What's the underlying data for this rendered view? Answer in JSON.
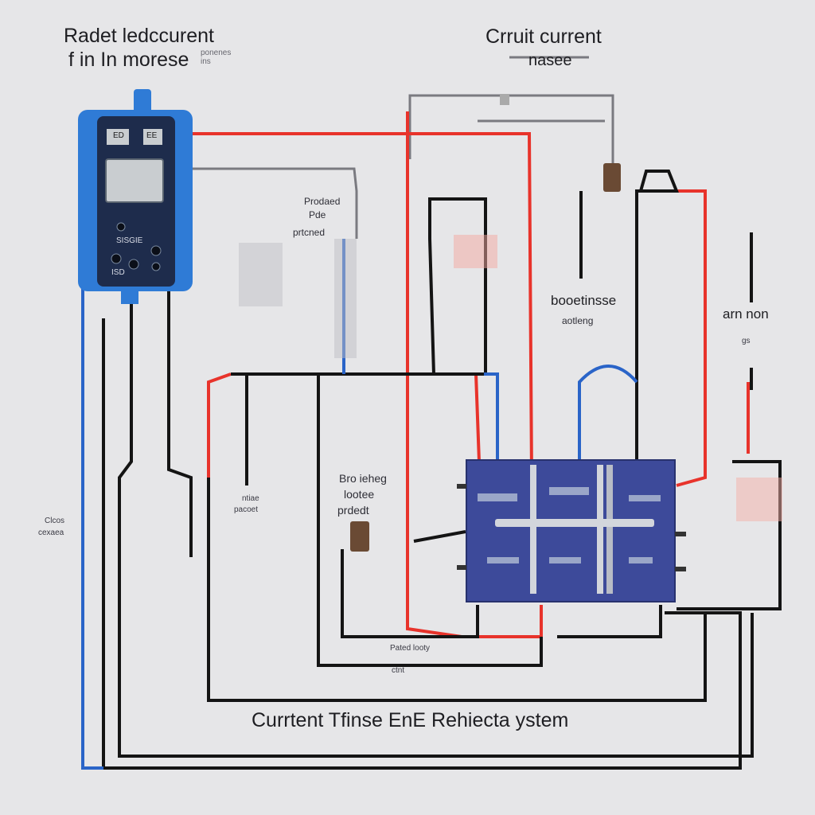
{
  "title_left": {
    "line1": "Radet ledccurent",
    "line2": "f in In morese",
    "note": "ponenes ins"
  },
  "title_right": {
    "line1": "Crruit current",
    "line2": "nasee"
  },
  "labels": {
    "meter_tag1": "Prodaed",
    "meter_tag2": "Pde",
    "meter_tag3": "prtcned",
    "middle1": "booetinsse",
    "middle2": "aotleng",
    "right1": "arn non",
    "right2": "gs",
    "bottom_box1": "Bro ieheg",
    "bottom_box2": "lootee",
    "bottom_box3": "prdedt",
    "left_small": "Clcos",
    "left_small2": "cexaea",
    "mid_small1": "ntiae",
    "mid_small2": "pacoet",
    "bottom_center1": "Pated looty",
    "bottom_center2": "ctnt",
    "bottom_title": "Currtent Tfinse EnE Rehiecta ystem"
  },
  "meter": {
    "tag_a": "ED",
    "tag_b": "EE",
    "tag_c": "SISGIE",
    "tag_d": "ISD"
  },
  "colors": {
    "live": "#e8332b",
    "neutral": "#111111",
    "return": "#2a64c8",
    "panel": "#3d4a9a",
    "meter": "#2f7bd6"
  }
}
